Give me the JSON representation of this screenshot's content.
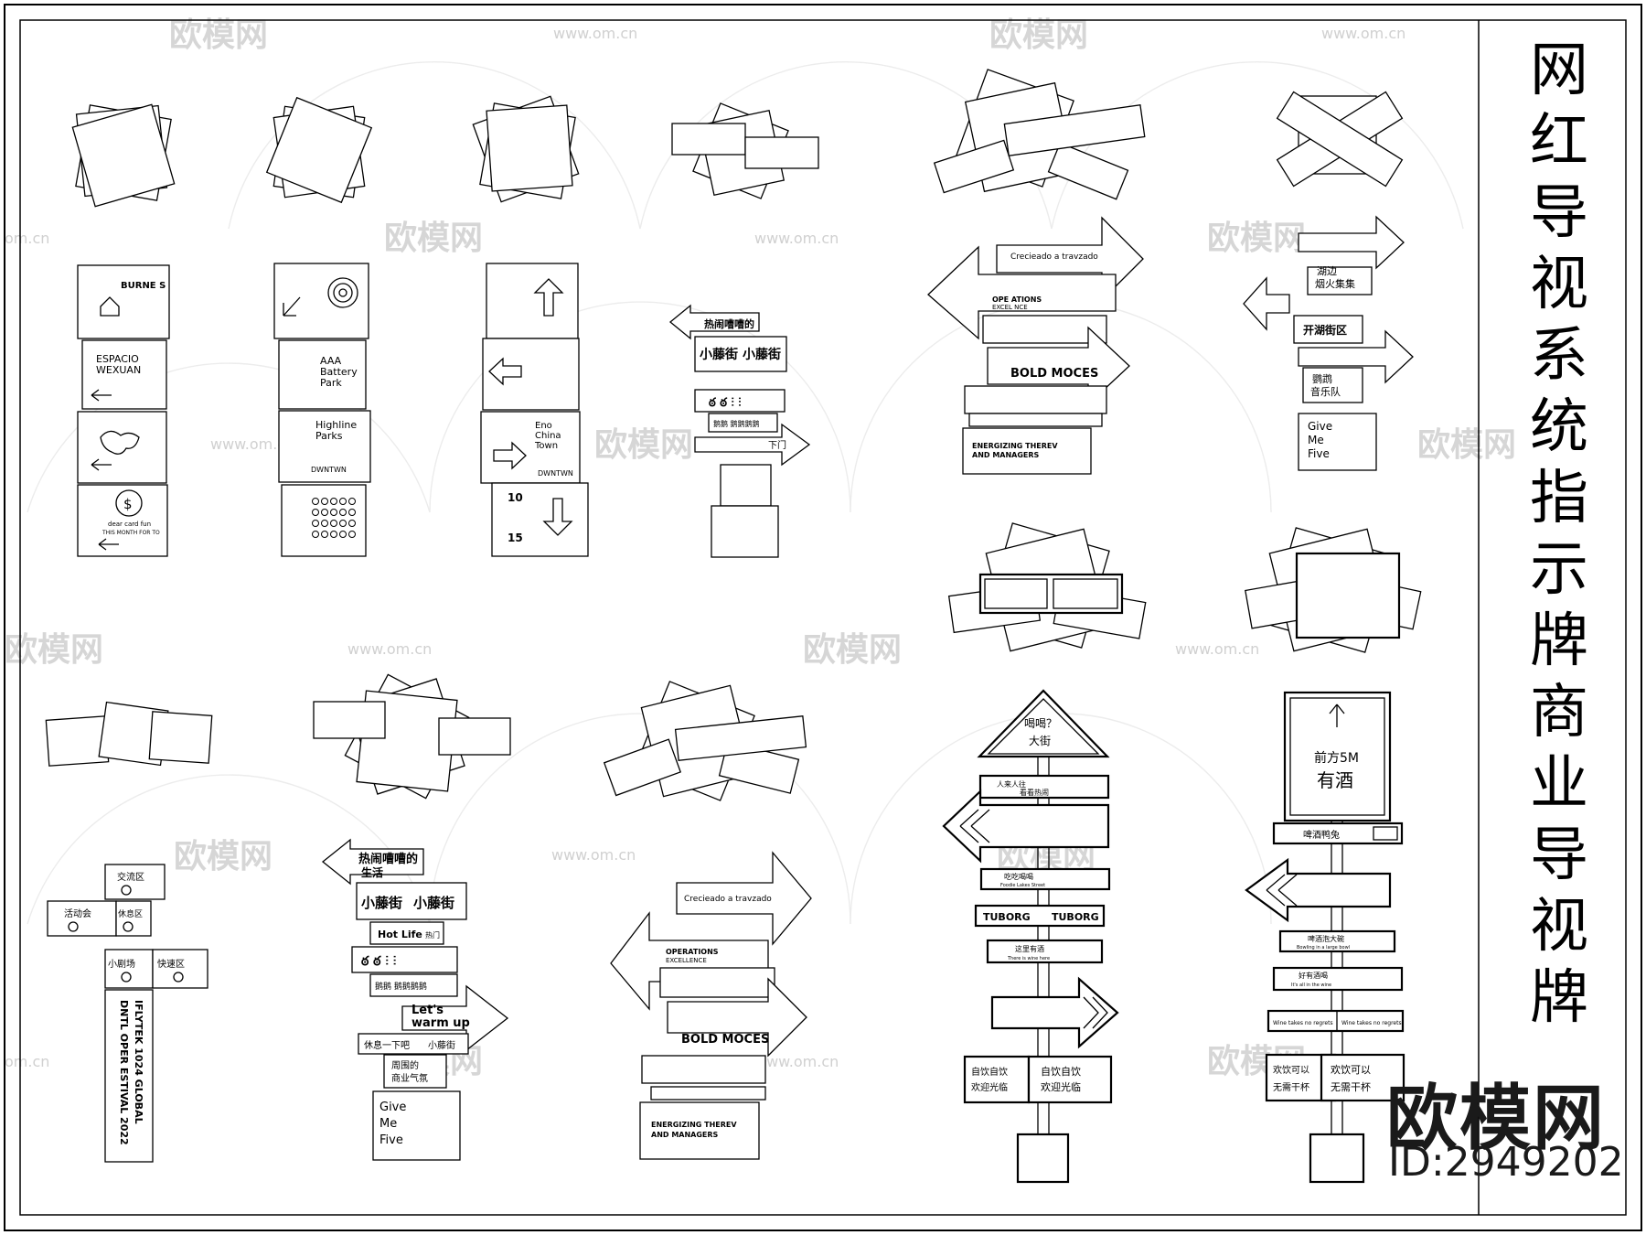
{
  "sheet": {
    "title_chars": [
      "网",
      "红",
      "导",
      "视",
      "系",
      "统",
      "指",
      "示",
      "牌",
      "商",
      "业",
      "导",
      "视",
      "牌"
    ],
    "brand": "欧模网",
    "model_id": "ID:2949202"
  },
  "watermark": {
    "brand": "欧模网",
    "url": "www.om.cn",
    "url_partial": "om.cn"
  },
  "signs": {
    "s1": {
      "p1": "BURNE S",
      "p2a": "ESPACIO",
      "p2b": "WEXUAN",
      "p4": "dear card fun",
      "p4b": "THIS MONTH FOR TO"
    },
    "s2": {
      "a1": "AAA",
      "a2": "Battery",
      "a3": "Park",
      "b1": "Highline",
      "b2": "Parks",
      "b3": "DWNTWN"
    },
    "s3": {
      "c1": "Eno",
      "c2": "China",
      "c3": "Town",
      "c4": "DWNTWN",
      "d1": "10",
      "d2": "15"
    },
    "s4": {
      "top": "热闹嘈嘈的",
      "m1": "小藤街",
      "m2": "小藤街",
      "foot": "鹅鹅  鹅鹅鹅鹅",
      "exit": "下门"
    },
    "s5": {
      "a": "Crecieado a travzado",
      "b": "OPE ATIONS",
      "b2": "EXCEL NCE",
      "c": "BOLD MOCES",
      "d": "ENERGIZING THEREV",
      "d2": "AND MANAGERS"
    },
    "s6": {
      "a": "湖边",
      "a2": "烟火集集",
      "b": "开湖街区",
      "c": "鹦鹉",
      "c2": "音乐队",
      "d1": "Give",
      "d2": "Me",
      "d3": "Five"
    },
    "s7": {
      "a": "交流区",
      "b": "活动会",
      "c": "休息区",
      "d": "小剧场",
      "e": "快速区",
      "v1": "IFLYTEK 1024 GLOBAL",
      "v2": "DNTL OPER ESTIVAL 2022"
    },
    "s8": {
      "top": "热闹嘈嘈的",
      "top2": "生活",
      "m1": "小藤街",
      "m2": "小藤街",
      "hot": "Hot Life",
      "hot2": "热门",
      "foot": "鹅鹅  鹅鹅鹅鹅",
      "warm": "Let's",
      "warm2": "warm up",
      "n1": "休息一下吧",
      "n2": "小藤街",
      "n3": "周围的",
      "n4": "商业气氛",
      "g1": "Give",
      "g2": "Me",
      "g3": "Five"
    },
    "s9": {
      "a": "Crecieado a travzado",
      "b": "OPERATIONS",
      "b2": "EXCELLENCE",
      "c": "BOLD MOCES",
      "d": "ENERGIZING THEREV",
      "d2": "AND MANAGERS"
    },
    "s10": {
      "tri1": "喝喝？",
      "tri2": "大街",
      "p1": "人来人往",
      "p1b": "看看热闹",
      "p2": "吃吃喝喝",
      "p2b": "Foodie Lakes Street",
      "p3a": "TUBORG",
      "p3b": "TUBORG",
      "p4": "这里有酒",
      "p4b": "There is wine here",
      "p5a": "自饮自饮",
      "p5b": "自饮自饮",
      "p5c": "欢迎光临",
      "p5d": "欢迎光临"
    },
    "s11": {
      "t1": "前方5M",
      "t2": "有酒",
      "p1": "啤酒鸭兔",
      "p2": "啤酒泡大碗",
      "p2b": "Bowling in a large bowl",
      "p3": "好有酒喝",
      "p3b": "It's all in the wine",
      "p4a": "Wine takes no regrets",
      "p4b": "Wine takes no regrets",
      "p5a": "欢饮可以",
      "p5b": "欢饮可以",
      "p5c": "无需干杯",
      "p5d": "无需干杯"
    }
  }
}
